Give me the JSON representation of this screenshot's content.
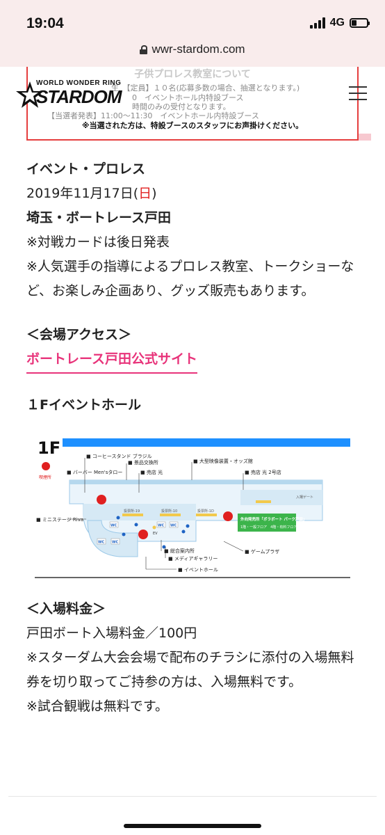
{
  "status_bar": {
    "time": "19:04",
    "network": "4G",
    "battery_level": 0.35
  },
  "browser": {
    "url": "wwr-stardom.com"
  },
  "header": {
    "logo_top": "WORLD WONDER RING",
    "logo_main": "STARDOM",
    "banner": {
      "title": "子供プロレス教室について",
      "line1": "生　【定員】１０名(応募多数の場合、抽選となります。)",
      "line2": "0　イベントホール内特設ブース",
      "line3": "時間のみの受付となります。",
      "line4": "【当選者発表】11:00〜11:30　イベントホール内特設ブース",
      "notice": "※当選された方は、特設ブースのスタッフにお声掛けください。"
    }
  },
  "event": {
    "title": "イベント・プロレス",
    "date_prefix": "2019年11月17日(",
    "date_day": "日",
    "date_suffix": ")",
    "venue": "埼玉・ボートレース戸田",
    "note1": "※対戦カードは後日発表",
    "note2": "※人気選手の指導によるプロレス教室、トークショーなど、お楽しみ企画あり、グッズ販売もあります。"
  },
  "access": {
    "heading": "＜会場アクセス＞",
    "link": "ボートレース戸田公式サイト"
  },
  "floor": {
    "heading": "１Fイベントホール",
    "map": {
      "floor_label": "1F",
      "entrance": "入場ゲート",
      "labels": {
        "coffee": "■ コーヒースタンド ブラジル",
        "prize": "■ 景品交換所",
        "big_screen": "■ 大型映像装置・オッズ館",
        "barber": "■ バーバー Men'sタロー",
        "shop_hikari": "■ 売店 光",
        "shop_hikari2": "■ 売店 光 2号店",
        "mini_stage": "■ ミニステージ Riva",
        "info": "■ 総合案内所",
        "gallery": "■ メディアギャラリー",
        "game": "■ ゲームプラザ",
        "event_hall": "■ イベントホール",
        "outside": "外向発売所「ボラボート パーク戸田」",
        "outside_sub": "1階・一般フロア　4階・有料フロア",
        "smoking": "喫煙所",
        "window_19": "投票所-19",
        "window_10": "投票所-10",
        "window_1d": "投票所-1D",
        "wc": "WC",
        "ev": "EV"
      }
    }
  },
  "fee": {
    "heading": "＜入場料金＞",
    "line1": "戸田ボート入場料金／100円",
    "line2": "※スターダム大会会場で配布のチラシに添付の入場無料券を切り取ってご持参の方は、入場無料です。",
    "line3": "※試合観戦は無料です。"
  },
  "colors": {
    "accent_red": "#e02020",
    "link_pink": "#e8337a",
    "map_blue": "#1e90ff",
    "map_green": "#3cb44b"
  }
}
